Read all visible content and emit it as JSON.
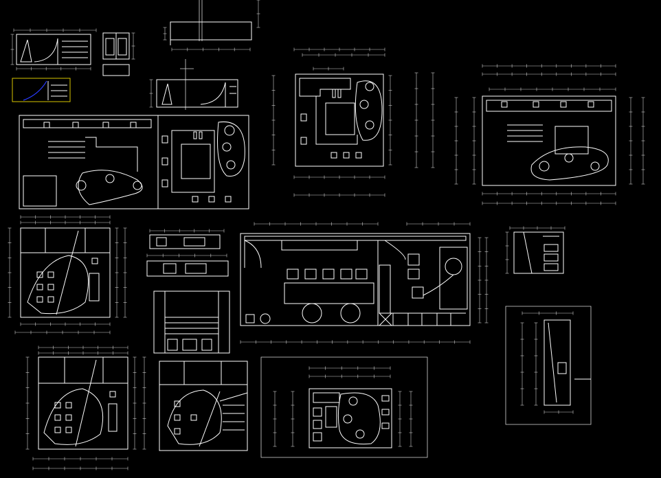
{
  "drawing": {
    "background_color": "#000000",
    "line_color": "#ffffff",
    "accent_colors": {
      "thumbnail_frame": "#d9c600",
      "thumbnail_curve": "#2a3bff"
    },
    "sheets": [
      "elevation-small-top-left",
      "cabinet-detail",
      "ceiling-strip-detail",
      "elevation-thumbnail",
      "cabinet-elevation-small",
      "ceiling-plan-large-left",
      "ceiling-plan-center-top",
      "ceiling-plan-right",
      "elevation-square-left",
      "shelf-detail-strips",
      "shelf-unit-elevation",
      "floor-plan-center",
      "side-elevation-small-right",
      "tall-cabinet-section",
      "elevation-square-bottom-left",
      "elevation-square-bottom-mid",
      "ceiling-plan-bottom-center"
    ]
  }
}
